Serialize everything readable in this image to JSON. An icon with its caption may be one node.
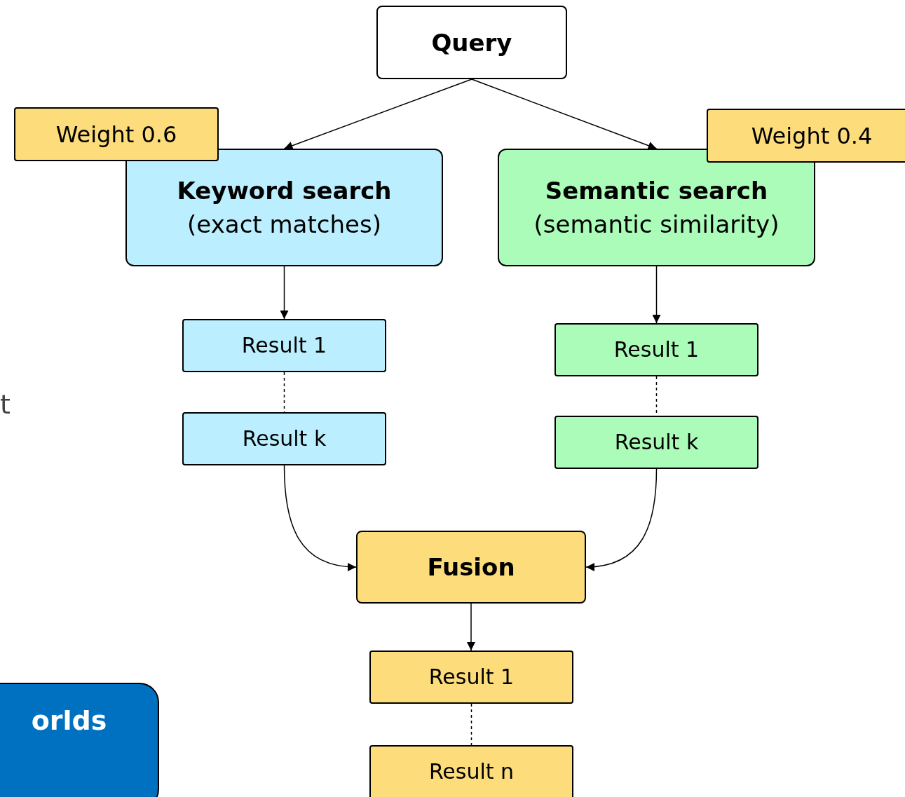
{
  "diagram": {
    "nodes": [
      {
        "text": [
          "Query"
        ]
      },
      {
        "text": [
          "Weight 0.6"
        ]
      },
      {
        "text": [
          "Keyword search",
          "(exact matches)"
        ]
      },
      {
        "text": [
          "Weight 0.4"
        ]
      },
      {
        "text": [
          "Semantic search",
          "(semantic similarity)"
        ]
      },
      {
        "text": [
          "Result 1"
        ]
      },
      {
        "text": [
          "Result k"
        ]
      },
      {
        "text": [
          "Result 1"
        ]
      },
      {
        "text": [
          "Result k"
        ]
      },
      {
        "text": [
          "Fusion"
        ]
      },
      {
        "text": [
          "Result 1"
        ]
      },
      {
        "text": [
          "Result n"
        ]
      },
      {
        "text": [
          "orlds"
        ]
      }
    ],
    "edges": [
      {
        "from": 0,
        "to": 2,
        "arrow": "to"
      },
      {
        "from": 0,
        "to": 4,
        "arrow": "to"
      },
      {
        "from": 2,
        "to": 5,
        "arrow": "to"
      },
      {
        "from": 4,
        "to": 7,
        "arrow": "to"
      },
      {
        "from": 5,
        "to": 6,
        "arrow": "none",
        "style": "dashed"
      },
      {
        "from": 7,
        "to": 8,
        "arrow": "none",
        "style": "dashed"
      },
      {
        "from": 6,
        "to": 9,
        "arrow": "to"
      },
      {
        "from": 8,
        "to": 9,
        "arrow": "to"
      },
      {
        "from": 9,
        "to": 10,
        "arrow": "to"
      },
      {
        "from": 10,
        "to": 11,
        "arrow": "none",
        "style": "dashed"
      }
    ],
    "labels": [
      "t"
    ]
  }
}
